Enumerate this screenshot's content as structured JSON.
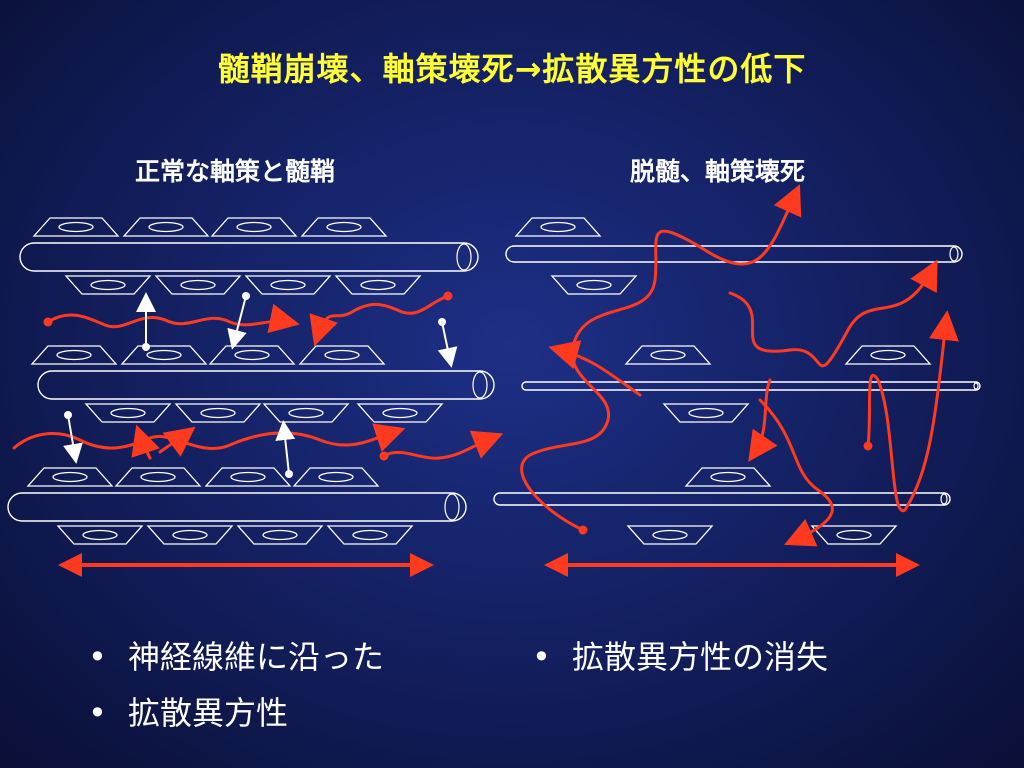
{
  "title": "髄鞘崩壊、軸策壊死→拡散異方性の低下",
  "panels": {
    "left": {
      "label": "正常な軸策と髄鞘",
      "bullets": [
        "神経線維に沿った",
        "拡散異方性"
      ]
    },
    "right": {
      "label": "脱髄、軸策壊死",
      "bullets": [
        "拡散異方性の消失"
      ]
    }
  },
  "colors": {
    "background": "#142164",
    "title": "#ffff33",
    "text": "#ffffff",
    "diffusion_path": "#ff3a1f",
    "outline": "#ffffff"
  }
}
